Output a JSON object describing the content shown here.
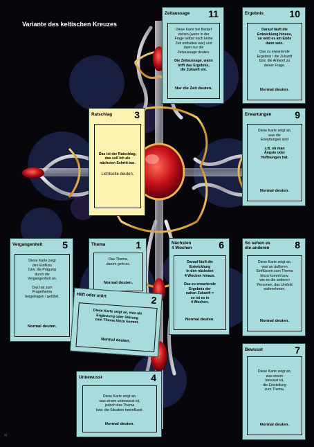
{
  "page": {
    "title": "Variante des keltischen Kreuzes",
    "page_number": "34"
  },
  "cards": {
    "c11": {
      "label": "Zeitaussage",
      "num": "11",
      "p1": "Diese Karte bei Bedarf\nziehen (wenn in der\nFrage selbst noch keine\nZeit enthalten war) und\ndann nur die\nZeitaussage deuten.",
      "p2": "Die Zeitaussage, wann\ntrifft das Ergebnis,\ndie Zukunft ein.",
      "hint": "Nur die Zeit deuten."
    },
    "c10": {
      "label": "Ergebnis",
      "num": "10",
      "p1": "Darauf läuft die\nEntwicklung hinaus,\nso wird es am Ende\ndann sein.",
      "p2": "Das zu erwartende\nErgebnis / die Zukunft\nbzw. die Antwort zu\ndeiner Frage.",
      "hint": "Normal deuten."
    },
    "c3": {
      "label": "Ratschlag",
      "num": "3",
      "p1": "Das ist der Ratschlag,\ndas soll ich als\nnächsten Schritt tun.",
      "hint": "Lichtseite deuten."
    },
    "c9": {
      "label": "Erwartungen",
      "num": "9",
      "p1": "Diese Karte zeigt an,\nwas die\nErwartungen sind",
      "p2": "z.B. ob man\nÄngste oder\nHoffnungen hat.",
      "hint": "Normal deuten."
    },
    "c5": {
      "label": "Vergangenheit",
      "num": "5",
      "p1": "Diese Karte zeigt\nden Einfluss\nbzw. die Prägung\ndurch die\nVergangenheit an.",
      "p2": "Das hat zum\nFragethema\nbeigetragen / geführt.",
      "hint": "Normal deuten."
    },
    "c1": {
      "label": "Thema",
      "num": "1",
      "p1": "Das Thema,\ndarum geht es.",
      "hint": "Normal deuten."
    },
    "c6": {
      "label": "Nächsten\n4 Wochen",
      "num": "6",
      "p1": "Darauf läuft die\nEntwicklung\nin den nächsten\n4 Wochen hinaus.",
      "p2": "Das zu erwartende\nErgebnis der\nnahen Zukunft =\nso ist es in\n4 Wochen.",
      "hint": "Normal deuten."
    },
    "c8": {
      "label": "So sehen es\ndie anderen",
      "num": "8",
      "p1": "Diese Karte zeigt an,\nwas an äußeren\nEinflüssen zum Thema\nhinzu kommt bzw.\nwie es die anderen\nPersonen, das Umfeld\nwahrnehmen.",
      "hint": "Normal deuten."
    },
    "c2": {
      "label": "Hilft oder stört",
      "num": "2",
      "p1": "Diese Karte zeigt an, was als\nErgänzung oder Störung\nzum Thema hinzu kommt.",
      "hint": "Normal deuten."
    },
    "c7": {
      "label": "Bewusst",
      "num": "7",
      "p1": "Diese Karte zeigt an,\nwas einem\nbewusst ist,\ndie Einstellung\nzum Thema.",
      "hint": "Normal deuten."
    },
    "c4": {
      "label": "Unbewusst",
      "num": "4",
      "p1": "Diese Karte zeigt an,\nwas einem unbewusst ist,\njedoch das Thema\nbzw. die Situation beeinflusst.",
      "hint": "Normal deuten."
    }
  }
}
